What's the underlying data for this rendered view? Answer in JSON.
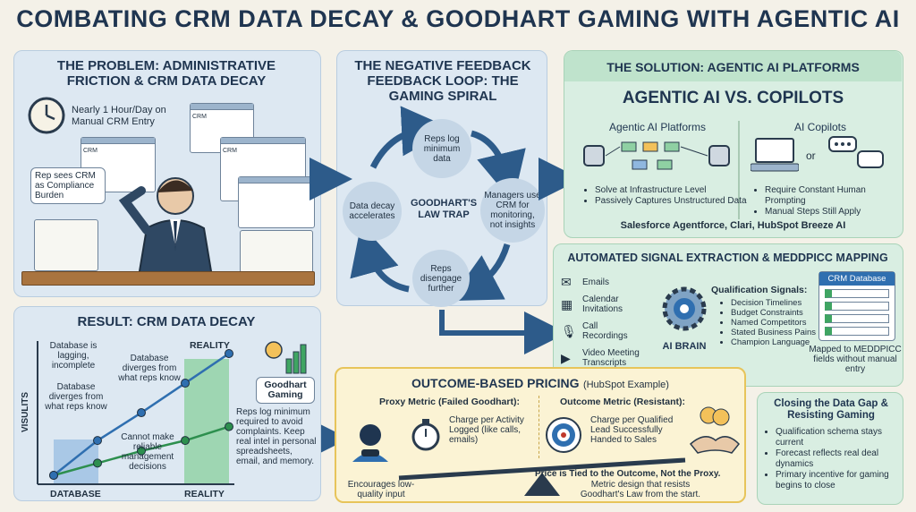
{
  "title": "COMBATING CRM DATA DECAY & GOODHART GAMING WITH AGENTIC AI",
  "problem": {
    "title": "THE PROBLEM: ADMINISTRATIVE FRICTION & CRM DATA DECAY",
    "stat": "Nearly 1 Hour/Day on Manual CRM Entry",
    "bubble": "Rep sees CRM as Compliance Burden",
    "crm_label": "CRM"
  },
  "loop": {
    "title": "THE NEGATIVE FEEDBACK FEEDBACK LOOP: THE GAMING SPIRAL",
    "center": "GOODHART'S LAW TRAP",
    "nodes": [
      "Reps log minimum data",
      "Managers use CRM for monitoring, not insights",
      "Reps disengage further",
      "Data decay accelerates"
    ]
  },
  "solution": {
    "title": "THE SOLUTION: AGENTIC AI PLATFORMS",
    "subtitle": "AGENTIC AI VS. COPILOTS",
    "left_head": "Agentic AI Platforms",
    "left_bullets": [
      "Solve at Infrastructure Level",
      "Passively Captures Unstructured Data"
    ],
    "right_head": "AI Copilots",
    "or": "or",
    "right_bullets": [
      "Require Constant Human Prompting",
      "Manual Steps Still Apply"
    ],
    "footer": "Salesforce Agentforce, Clari, HubSpot Breeze AI"
  },
  "extraction": {
    "title": "AUTOMATED SIGNAL EXTRACTION & MEDDPICC MAPPING",
    "sources": [
      "Emails",
      "Calendar Invitations",
      "Call Recordings",
      "Video Meeting Transcripts"
    ],
    "brain": "AI BRAIN",
    "signals_head": "Qualification Signals:",
    "signals": [
      "Decision Timelines",
      "Budget Constraints",
      "Named Competitors",
      "Stated Business Pains",
      "Champion Language"
    ],
    "db_head": "CRM Database",
    "db_note": "Mapped to MEDDPICC fields without manual entry"
  },
  "result": {
    "title": "RESULT: CRM DATA DECAY",
    "y_axis": "VISULITS",
    "x_left": "DATABASE",
    "x_right": "REALITY",
    "reality_top": "REALITY",
    "notes": [
      "Database is lagging, incomplete",
      "Database diverges from what reps know",
      "Database diverges from what reps know",
      "Cannot make reliable management decisions"
    ],
    "gaming_box": "Goodhart Gaming",
    "gaming_text": "Reps log minimum required to avoid complaints. Keep real intel in personal spreadsheets, email, and memory."
  },
  "pricing": {
    "title": "OUTCOME-BASED PRICING",
    "title_suffix": "(HubSpot Example)",
    "proxy_head": "Proxy Metric (Failed Goodhart):",
    "proxy_text": "Charge per Activity Logged (like calls, emails)",
    "outcome_head": "Outcome Metric (Resistant):",
    "outcome_text": "Charge per Qualified Lead Successfully Handed to Sales",
    "encourages": "Encourages low-quality input",
    "tied": "Price is Tied to the Outcome, Not the Proxy.",
    "design": "Metric design that resists Goodhart's Law from the start."
  },
  "closing": {
    "title": "Closing the Data Gap & Resisting Gaming",
    "bullets": [
      "Qualification schema stays current",
      "Forecast reflects real deal dynamics",
      "Primary incentive for gaming begins to close"
    ]
  },
  "chart_data": {
    "type": "line",
    "x": [
      0,
      1,
      2,
      3,
      4
    ],
    "series": [
      {
        "values": [
          1.0,
          1.7,
          2.4,
          3.0,
          3.8
        ]
      },
      {
        "values": [
          1.0,
          3.0,
          4.6,
          6.3,
          8.0
        ]
      }
    ],
    "ylabel": "VISULITS",
    "xlabel": "DATABASE",
    "colors": [
      "#2d8f4e",
      "#2f6fb0"
    ]
  }
}
